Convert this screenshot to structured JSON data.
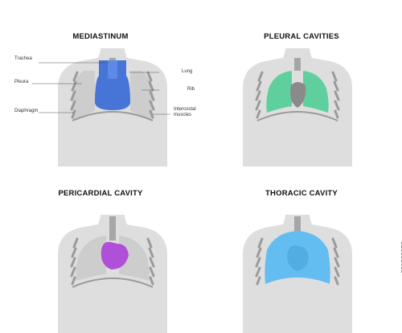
{
  "panels": [
    {
      "title": "MEDIASTINUM",
      "cavity_color": "#3e6fd6"
    },
    {
      "title": "PLEURAL CAVITIES",
      "cavity_color": "#5fcf9d"
    },
    {
      "title": "PERICARDIAL CAVITY",
      "cavity_color": "#b04fd8"
    },
    {
      "title": "THORACIC CAVITY",
      "cavity_color": "#63bdf0"
    }
  ],
  "labels": {
    "trachea": "Trachea",
    "pleura": "Pleura",
    "diaphragm": "Diaphragm",
    "lung": "Lung",
    "rib": "Rib",
    "intercostal": "Intercostal\nmuscles"
  },
  "stock_id": "601880052",
  "colors": {
    "body": "#dedede",
    "lung": "#cdcdcd",
    "rib": "#9a9a9a",
    "spine": "#a6a6a6"
  }
}
